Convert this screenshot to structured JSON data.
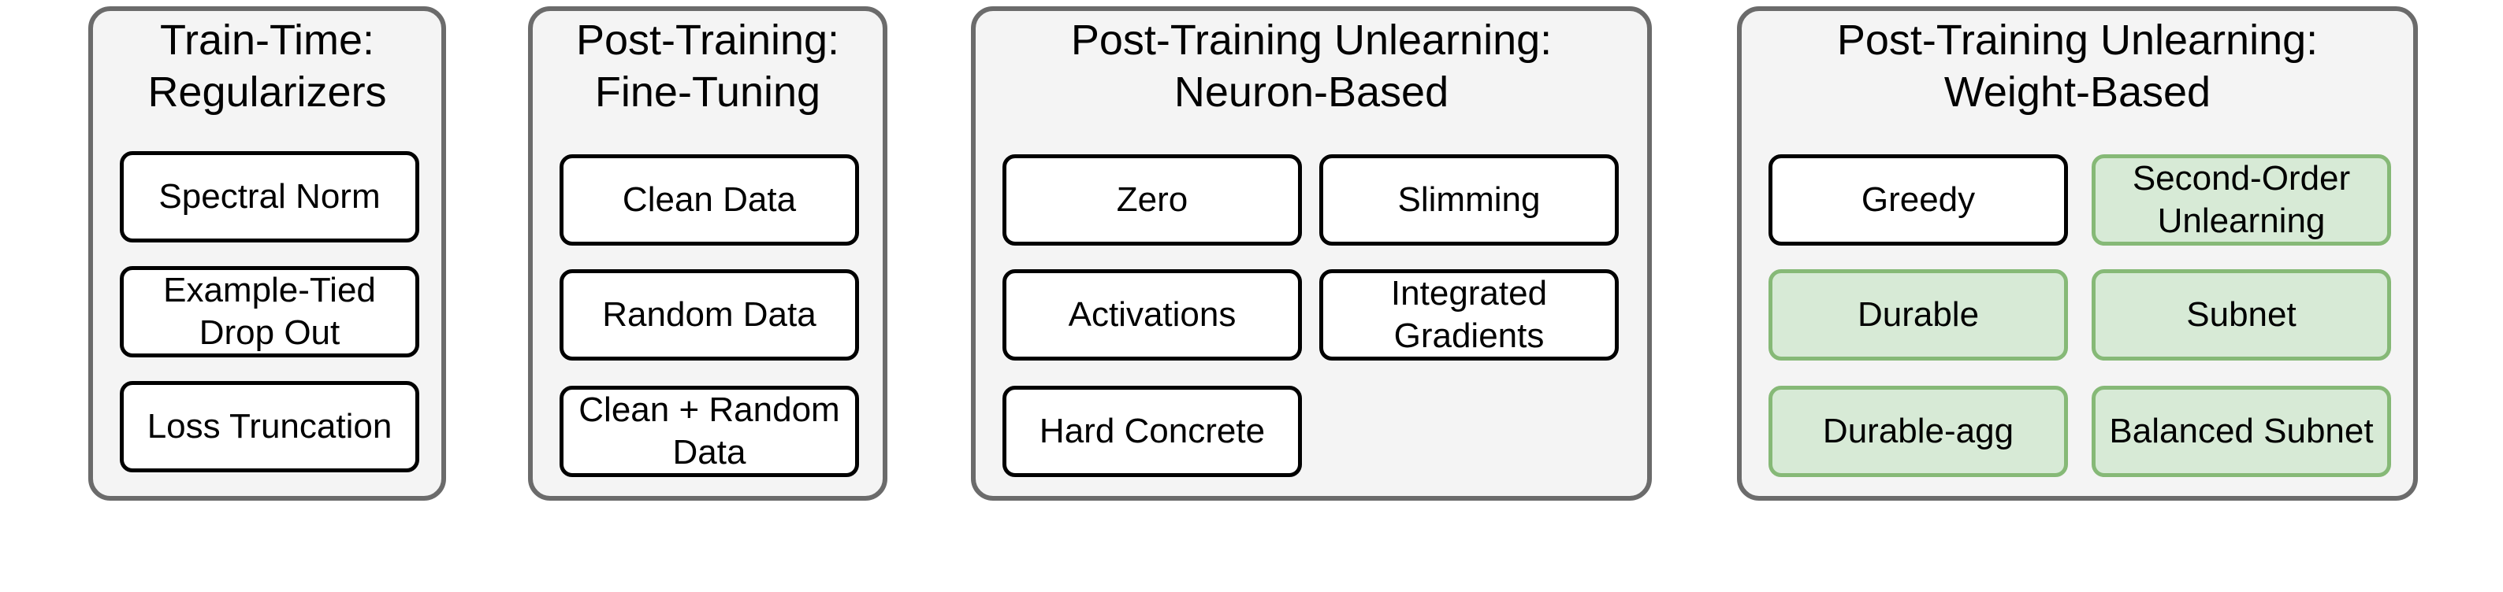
{
  "groups": [
    {
      "title": "Train-Time:\nRegularizers",
      "items": [
        {
          "label": "Spectral Norm",
          "highlight": false
        },
        {
          "label": "Example-Tied\nDrop Out",
          "highlight": false
        },
        {
          "label": "Loss Truncation",
          "highlight": false
        }
      ]
    },
    {
      "title": "Post-Training:\nFine-Tuning",
      "items": [
        {
          "label": "Clean Data",
          "highlight": false
        },
        {
          "label": "Random Data",
          "highlight": false
        },
        {
          "label": "Clean + Random\nData",
          "highlight": false
        }
      ]
    },
    {
      "title": "Post-Training Unlearning:\nNeuron-Based",
      "items": [
        {
          "label": "Zero",
          "highlight": false
        },
        {
          "label": "Slimming",
          "highlight": false
        },
        {
          "label": "Activations",
          "highlight": false
        },
        {
          "label": "Integrated\nGradients",
          "highlight": false
        },
        {
          "label": "Hard Concrete",
          "highlight": false
        }
      ]
    },
    {
      "title": "Post-Training Unlearning:\nWeight-Based",
      "items": [
        {
          "label": "Greedy",
          "highlight": false
        },
        {
          "label": "Second-Order\nUnlearning",
          "highlight": true
        },
        {
          "label": "Durable",
          "highlight": true
        },
        {
          "label": "Subnet",
          "highlight": true
        },
        {
          "label": "Durable-agg",
          "highlight": true
        },
        {
          "label": "Balanced Subnet",
          "highlight": true
        }
      ]
    }
  ],
  "colors": {
    "panel_border": "#6b6b6b",
    "panel_fill": "#f4f4f4",
    "box_border": "#000000",
    "box_fill": "#ffffff",
    "highlight_fill": "#d7ead6",
    "highlight_border": "#86b977"
  }
}
